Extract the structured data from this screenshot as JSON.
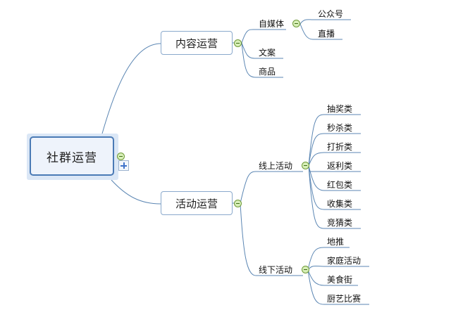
{
  "root": {
    "label": "社群运营"
  },
  "branches": [
    {
      "label": "内容运营",
      "children": [
        {
          "label": "自媒体",
          "children": [
            {
              "label": "公众号"
            },
            {
              "label": "直播"
            }
          ]
        },
        {
          "label": "文案"
        },
        {
          "label": "商品"
        }
      ]
    },
    {
      "label": "活动运营",
      "children": [
        {
          "label": "线上活动",
          "children": [
            {
              "label": "抽奖类"
            },
            {
              "label": "秒杀类"
            },
            {
              "label": "打折类"
            },
            {
              "label": "返利类"
            },
            {
              "label": "红包类"
            },
            {
              "label": "收集类"
            },
            {
              "label": "竞猜类"
            }
          ]
        },
        {
          "label": "线下活动",
          "children": [
            {
              "label": "地推"
            },
            {
              "label": "家庭活动"
            },
            {
              "label": "美食街"
            },
            {
              "label": "厨艺比赛"
            }
          ]
        }
      ]
    }
  ],
  "colors": {
    "connector": "#5b86b3",
    "root_border": "#4a7ab5",
    "toggle_fill": "#d7efb7",
    "expand_plus": "#3f73c9"
  },
  "icons": {
    "collapse": "minus-circle-icon",
    "expand": "plus-icon"
  }
}
